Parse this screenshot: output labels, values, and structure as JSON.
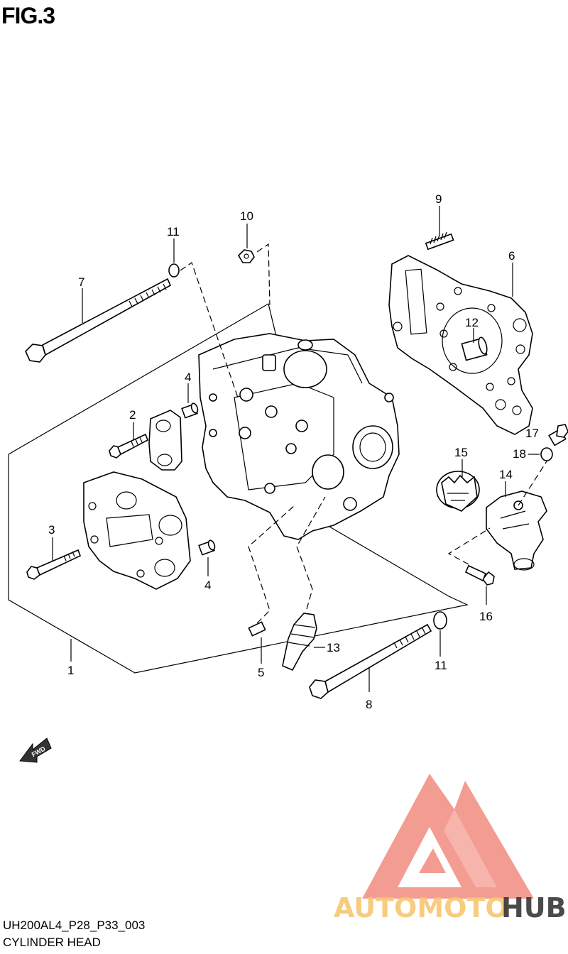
{
  "figure": {
    "title": "FIG.3"
  },
  "footer": {
    "code": "UH200AL4_P28_P33_003",
    "name": "CYLINDER HEAD"
  },
  "fwd_label": "FWD",
  "watermark": {
    "text_auto": "AUTOMOTO",
    "text_hub": "HUB",
    "color_main": "#f08b80",
    "color_accent": "#f6c46a",
    "color_dark": "#2b2b2b"
  },
  "callouts": {
    "c1": "1",
    "c2": "2",
    "c3": "3",
    "c4a": "4",
    "c4b": "4",
    "c5": "5",
    "c6": "6",
    "c7": "7",
    "c8": "8",
    "c9": "9",
    "c10": "10",
    "c11a": "11",
    "c11b": "11",
    "c12": "12",
    "c13": "13",
    "c14": "14",
    "c15": "15",
    "c16": "16",
    "c17": "17",
    "c18": "18"
  }
}
